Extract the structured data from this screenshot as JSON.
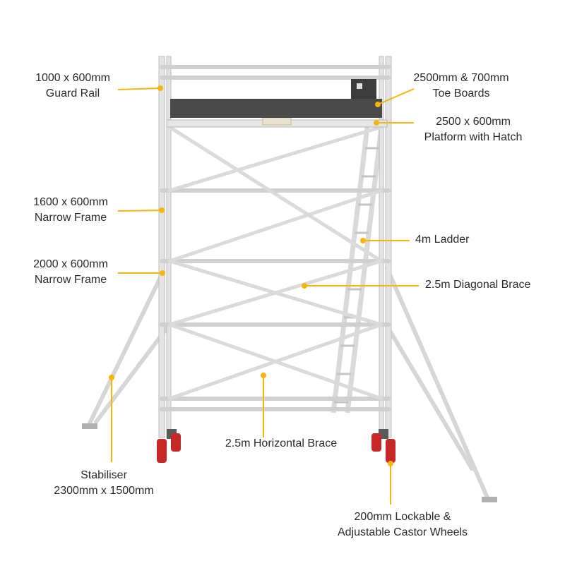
{
  "colors": {
    "callout": "#f5b50a",
    "frame": "#dcdcdc",
    "frame_edge": "#b8b8b8",
    "platform": "#4a4a4a",
    "wheel": "#c62828"
  },
  "labels": {
    "guard_rail": {
      "line1": "1000 x 600mm",
      "line2": "Guard Rail"
    },
    "toe_boards": {
      "line1": "2500mm & 700mm",
      "line2": "Toe Boards"
    },
    "platform": {
      "line1": "2500 x 600mm",
      "line2": "Platform with Hatch"
    },
    "frame_1600": {
      "line1": "1600 x 600mm",
      "line2": "Narrow Frame"
    },
    "ladder": {
      "line1": "4m Ladder"
    },
    "frame_2000": {
      "line1": "2000 x 600mm",
      "line2": "Narrow Frame"
    },
    "diagonal_brace": {
      "line1": "2.5m Diagonal Brace"
    },
    "horizontal_brace": {
      "line1": "2.5m Horizontal Brace"
    },
    "stabiliser": {
      "line1": "Stabiliser",
      "line2": "2300mm x 1500mm"
    },
    "castor_wheels": {
      "line1": "200mm Lockable &",
      "line2": "Adjustable Castor Wheels"
    }
  }
}
